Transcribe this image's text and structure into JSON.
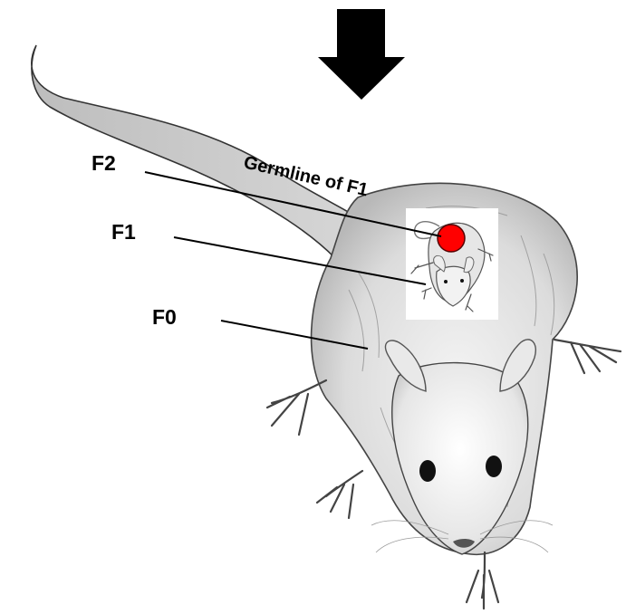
{
  "labels": {
    "f2": "F2",
    "f1": "F1",
    "f0": "F0",
    "germline": "Germline of F1"
  },
  "colors": {
    "germline_dot": "#ff0000",
    "arrow": "#000000",
    "line": "#000000"
  },
  "icons": {
    "arrow": "down-arrow-icon",
    "adult_rat": "rat-icon",
    "fetus_rat": "small-rat-icon"
  }
}
